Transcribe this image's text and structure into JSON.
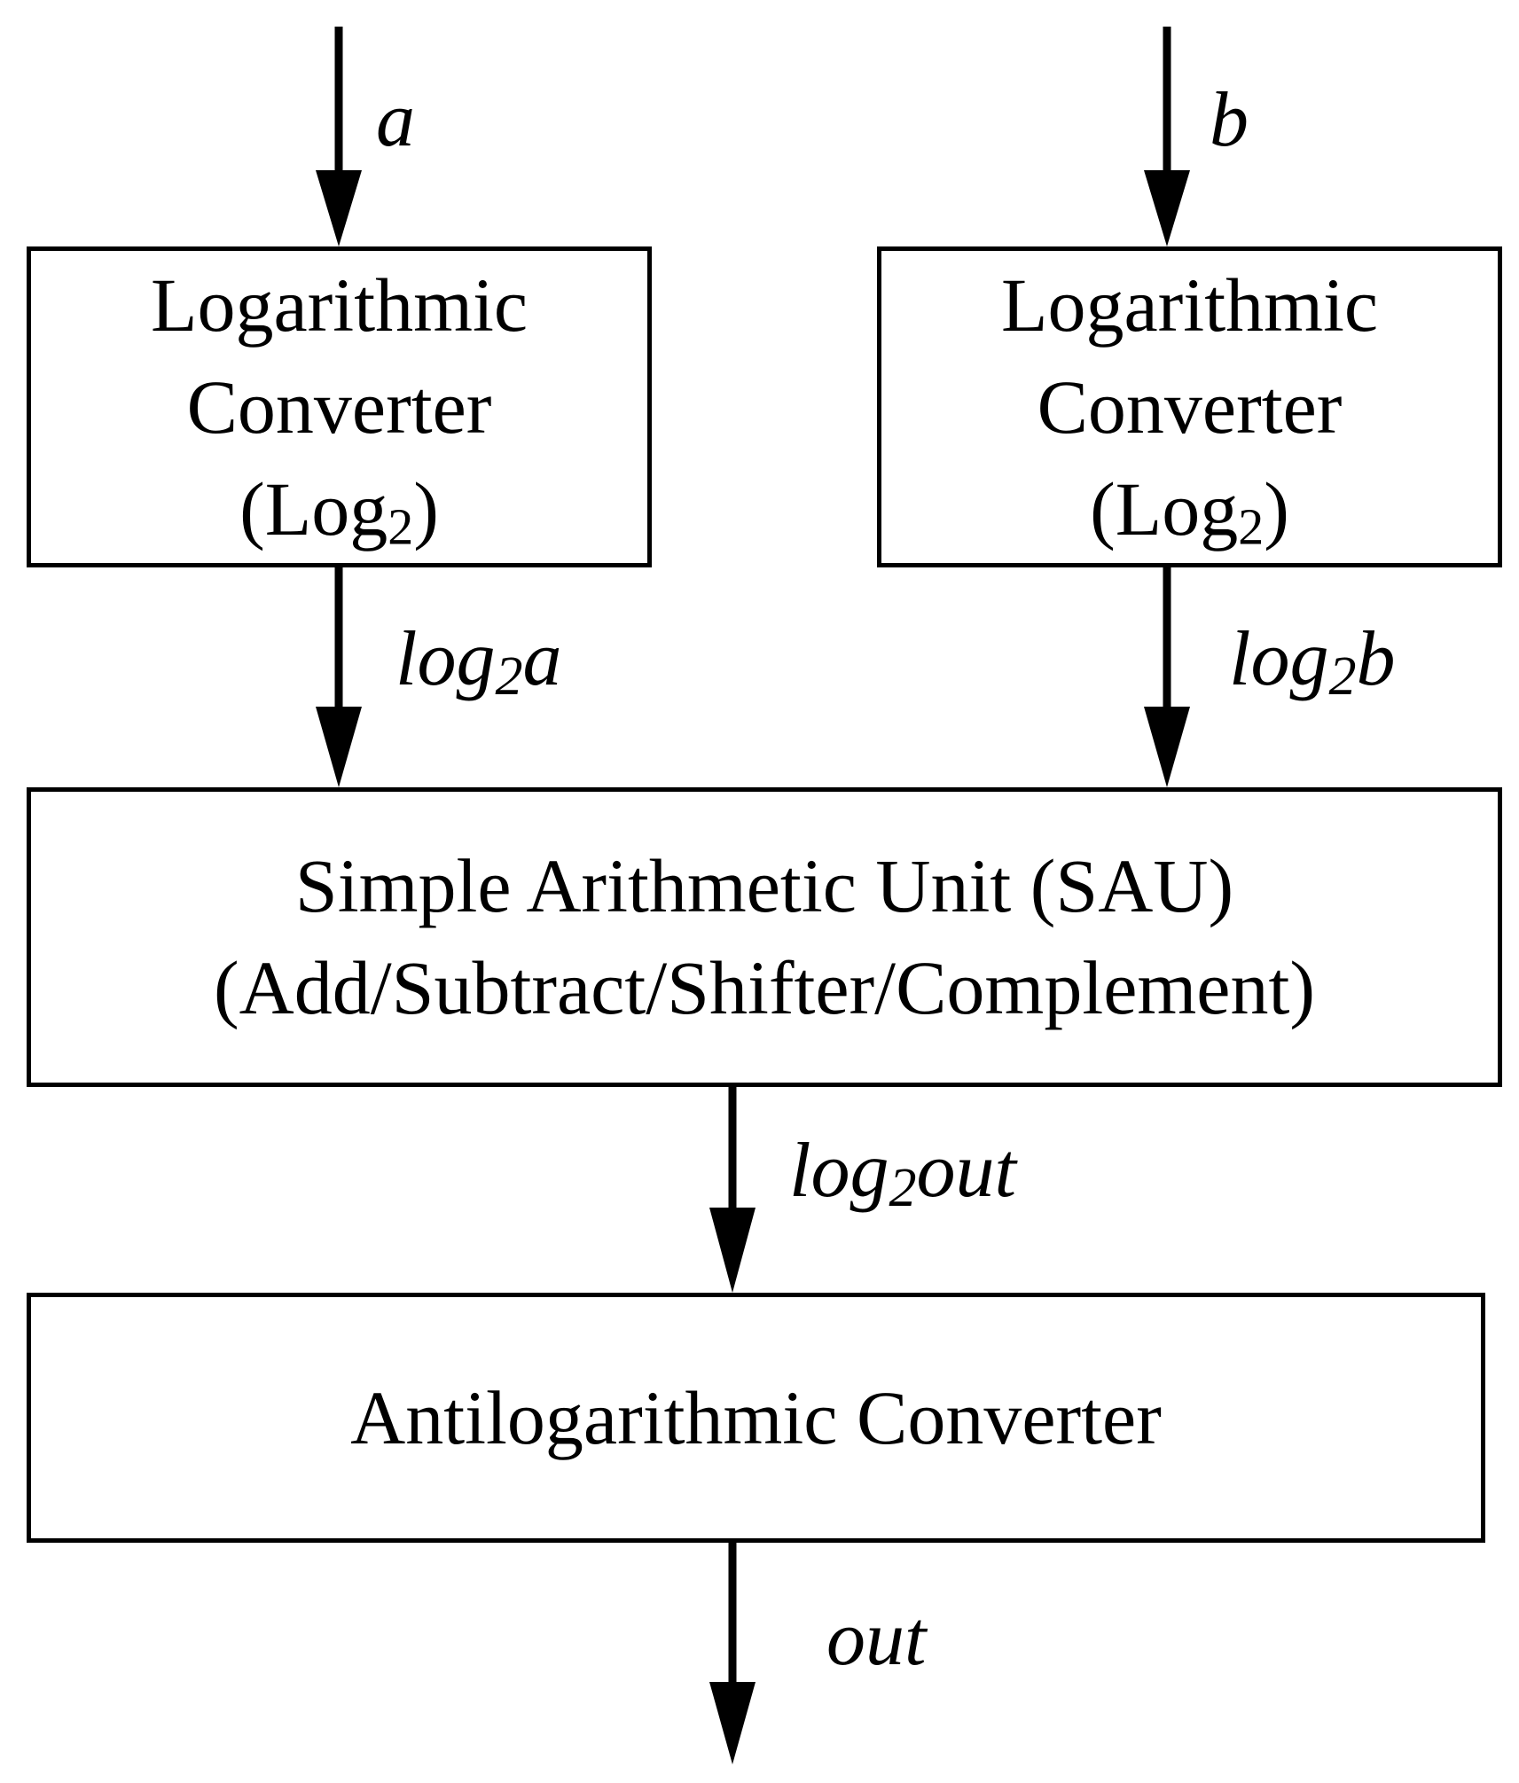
{
  "converter_a": {
    "line1": "Logarithmic",
    "line2": "Converter",
    "line3_open": "(Log",
    "line3_sub": "2",
    "line3_close": ")"
  },
  "converter_b": {
    "line1": "Logarithmic",
    "line2": "Converter",
    "line3_open": "(Log",
    "line3_sub": "2",
    "line3_close": ")"
  },
  "sau": {
    "line1": "Simple Arithmetic Unit (SAU)",
    "line2": "(Add/Subtract/Shifter/Complement)"
  },
  "antilog": {
    "line1": "Antilogarithmic Converter"
  },
  "signals": {
    "input_a": "a",
    "input_b": "b",
    "log_a_prefix": "log",
    "log_a_sub": "2",
    "log_a_var": "a",
    "log_b_prefix": "log",
    "log_b_sub": "2",
    "log_b_var": "b",
    "log_out_prefix": "log",
    "log_out_sub": "2",
    "log_out_var": "out",
    "output": "out"
  }
}
